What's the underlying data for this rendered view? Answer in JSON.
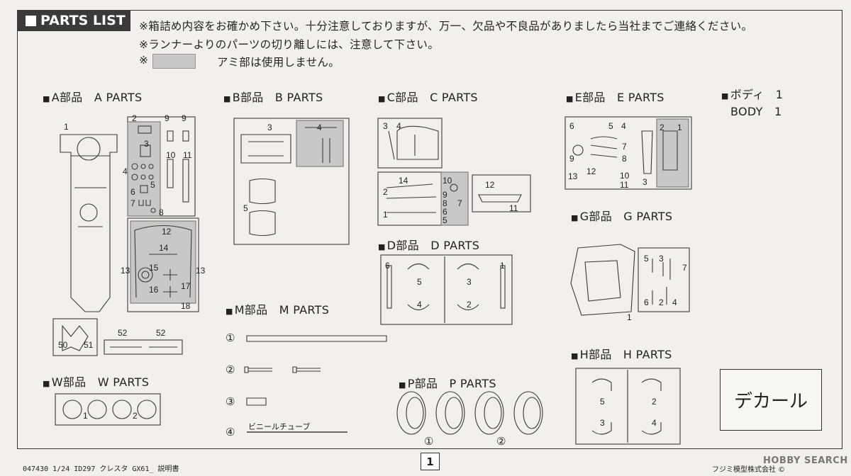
{
  "header": {
    "title": "PARTS LIST"
  },
  "notes": [
    "※箱詰め内容をお確かめ下さい。十分注意しておりますが、万一、欠品や不良品がありましたら当社までご連絡ください。",
    "※ランナーよりのパーツの切り離しには、注意して下さい。",
    "※",
    "アミ部は使用しません。"
  ],
  "sections": {
    "a": "A部品　A PARTS",
    "b": "B部品　B PARTS",
    "c": "C部品　C PARTS",
    "d": "D部品　D PARTS",
    "e": "E部品　E PARTS",
    "g": "G部品　G PARTS",
    "h": "H部品　H PARTS",
    "m": "M部品　M PARTS",
    "w": "W部品　W PARTS",
    "p": "P部品　P PARTS",
    "body1": "ボディ　1",
    "body2": "BODY　1"
  },
  "m_parts": {
    "n1": "①",
    "n2": "②",
    "n3": "③",
    "n4": "④",
    "tube": "ビニールチューブ"
  },
  "p_parts": {
    "n1": "①",
    "n2": "②"
  },
  "decal": "デカール",
  "footer": {
    "code": "047430 1/24 ID297 クレスタ GX61_ 説明書",
    "page": "1",
    "maker": "フジミ模型株式会社 ©",
    "watermark": "HOBBY SEARCH"
  },
  "labels": {
    "a": [
      [
        "1",
        90,
        172
      ],
      [
        "2",
        186,
        160
      ],
      [
        "9",
        232,
        160
      ],
      [
        "9",
        256,
        160
      ],
      [
        "3",
        203,
        196
      ],
      [
        "10",
        234,
        212
      ],
      [
        "11",
        258,
        212
      ],
      [
        "4",
        173,
        235
      ],
      [
        "5",
        212,
        254
      ],
      [
        "6",
        184,
        264
      ],
      [
        "7",
        184,
        280
      ],
      [
        "8",
        224,
        293
      ],
      [
        "12",
        228,
        320
      ],
      [
        "14",
        224,
        343
      ],
      [
        "13",
        170,
        375
      ],
      [
        "13",
        276,
        375
      ],
      [
        "15",
        210,
        371
      ],
      [
        "17",
        255,
        397
      ],
      [
        "16",
        210,
        402
      ],
      [
        "18",
        255,
        425
      ],
      [
        "50",
        82,
        480
      ],
      [
        "51",
        118,
        480
      ],
      [
        "52",
        166,
        463
      ],
      [
        "52",
        220,
        463
      ]
    ],
    "b": [
      [
        "3",
        377,
        173
      ],
      [
        "4",
        447,
        173
      ],
      [
        "5",
        343,
        287
      ]
    ],
    "c": [
      [
        "3",
        540,
        171
      ],
      [
        "4",
        559,
        171
      ],
      [
        "14",
        562,
        248
      ],
      [
        "2",
        540,
        264
      ],
      [
        "1",
        540,
        296
      ],
      [
        "10",
        624,
        248
      ],
      [
        "9",
        624,
        268
      ],
      [
        "8",
        624,
        280
      ],
      [
        "7",
        645,
        280
      ],
      [
        "6",
        624,
        292
      ],
      [
        "5",
        624,
        304
      ],
      [
        "12",
        684,
        254
      ],
      [
        "11",
        718,
        287
      ]
    ],
    "d": [
      [
        "6",
        543,
        368
      ],
      [
        "1",
        705,
        368
      ],
      [
        "5",
        588,
        391
      ],
      [
        "3",
        658,
        391
      ],
      [
        "4",
        588,
        423
      ],
      [
        "2",
        658,
        423
      ]
    ],
    "e": [
      [
        "6",
        803,
        171
      ],
      [
        "5",
        858,
        171
      ],
      [
        "4",
        876,
        171
      ],
      [
        "2",
        930,
        173
      ],
      [
        "1",
        955,
        173
      ],
      [
        "7",
        877,
        200
      ],
      [
        "9",
        803,
        217
      ],
      [
        "8",
        877,
        217
      ],
      [
        "13",
        801,
        242
      ],
      [
        "12",
        827,
        235
      ],
      [
        "10",
        874,
        241
      ],
      [
        "11",
        874,
        254
      ],
      [
        "3",
        906,
        250
      ]
    ],
    "g": [
      [
        "5",
        908,
        358
      ],
      [
        "3",
        929,
        358
      ],
      [
        "7",
        962,
        371
      ],
      [
        "6",
        908,
        420
      ],
      [
        "2",
        929,
        420
      ],
      [
        "4",
        948,
        420
      ],
      [
        "1",
        884,
        441
      ]
    ],
    "h": [
      [
        "5",
        846,
        560
      ],
      [
        "2",
        919,
        560
      ],
      [
        "3",
        846,
        590
      ],
      [
        "4",
        919,
        590
      ]
    ],
    "w": [
      [
        "1",
        117,
        580
      ],
      [
        "2",
        187,
        580
      ]
    ]
  },
  "colors": {
    "mesh": "#c8c8c8",
    "line": "#3a3a3a",
    "paper": "#f1f0ec"
  }
}
